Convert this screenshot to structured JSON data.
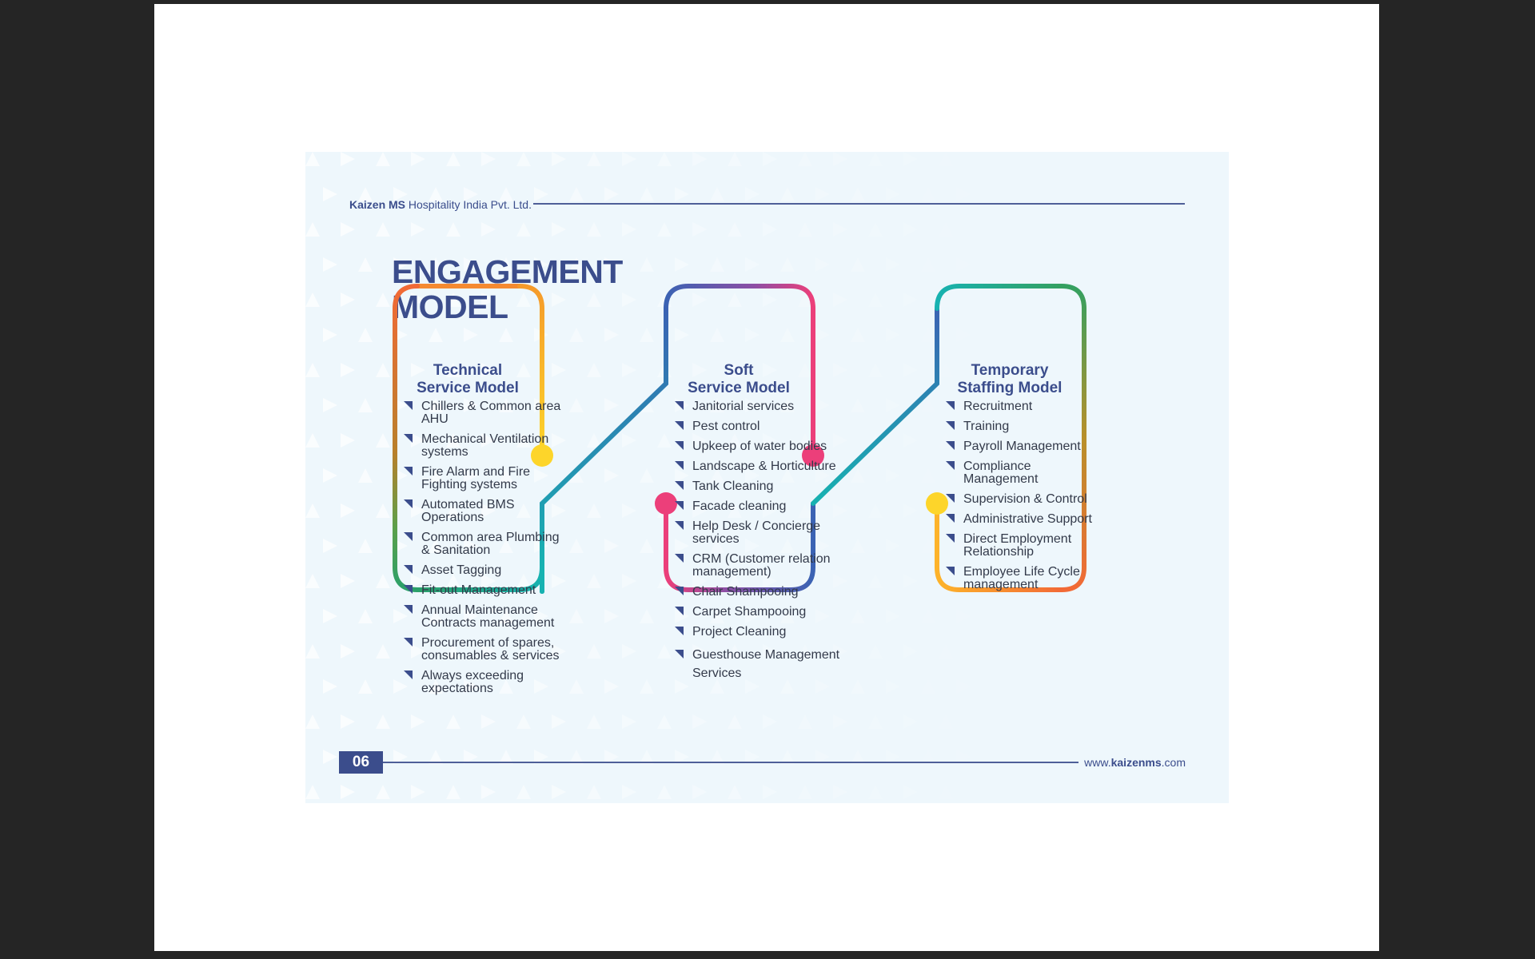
{
  "header": {
    "company_bold": "Kaizen MS",
    "company_rest": " Hospitality India Pvt. Ltd."
  },
  "title": {
    "line1": "ENGAGEMENT",
    "line2": "MODEL"
  },
  "columns": [
    {
      "head1": "Technical",
      "head2": "Service Model",
      "items": [
        "Chillers & Common area AHU",
        "Mechanical Ventilation systems",
        "Fire Alarm and Fire Fighting systems",
        "Automated BMS Operations",
        "Common area Plumbing & Sanitation",
        "Asset Tagging",
        "Fit-out Management",
        "Annual Maintenance Contracts management",
        "Procurement of spares, consumables & services",
        "Always exceeding expectations"
      ]
    },
    {
      "head1": "Soft",
      "head2": "Service Model",
      "items": [
        "Janitorial services",
        "Pest control",
        "Upkeep of water bodies",
        "Landscape & Horticulture",
        "Tank Cleaning",
        "Facade cleaning",
        "Help Desk / Concierge services",
        "CRM (Customer relation management)",
        "Chair Shampooing",
        "Carpet Shampooing",
        "Project Cleaning",
        "Guesthouse Management Services"
      ]
    },
    {
      "head1": "Temporary",
      "head2": "Staffing Model",
      "items": [
        "Recruitment",
        "Training",
        "Payroll Management",
        "Compliance Management",
        "Supervision & Control",
        "Administrative Support",
        "Direct Employment Relationship",
        "Employee Life Cycle management"
      ]
    }
  ],
  "footer": {
    "page_number": "06",
    "website_pre": "www.",
    "website_bold": "kaizenms",
    "website_post": ".com"
  },
  "colors": {
    "brand_navy": "#3b4d8c",
    "slide_bg": "#eef7fc",
    "accent_yellow": "#fdd52a",
    "accent_pink": "#ec3f7a",
    "accent_orange": "#f26a36",
    "accent_teal": "#17b2b1",
    "accent_blue": "#3b63b3"
  }
}
